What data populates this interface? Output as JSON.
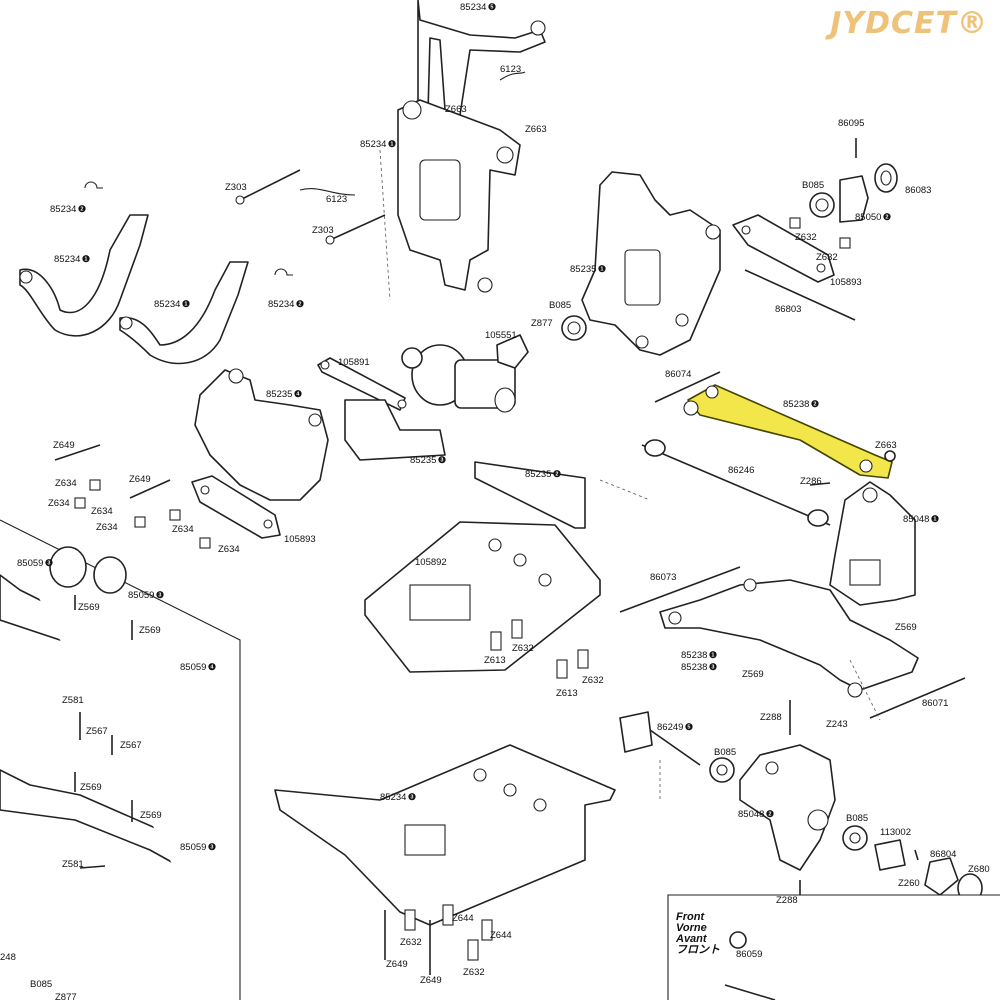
{
  "watermark": "JYDCET®",
  "front_legend": [
    "Front",
    "Vorne",
    "Avant",
    "フロント"
  ],
  "labels": [
    {
      "text": "85234",
      "n": "5"
    },
    {
      "text": "6123",
      "n": ""
    },
    {
      "text": "Z663",
      "n": ""
    },
    {
      "text": "Z663",
      "n": ""
    },
    {
      "text": "85234",
      "n": "1"
    },
    {
      "text": "86095",
      "n": ""
    },
    {
      "text": "B085",
      "n": ""
    },
    {
      "text": "86083",
      "n": ""
    },
    {
      "text": "Z303",
      "n": ""
    },
    {
      "text": "6123",
      "n": ""
    },
    {
      "text": "85234",
      "n": "2"
    },
    {
      "text": "Z303",
      "n": ""
    },
    {
      "text": "85050",
      "n": "2"
    },
    {
      "text": "Z632",
      "n": ""
    },
    {
      "text": "Z632",
      "n": ""
    },
    {
      "text": "85234",
      "n": "1"
    },
    {
      "text": "85235",
      "n": "1"
    },
    {
      "text": "105893",
      "n": ""
    },
    {
      "text": "85234",
      "n": "1"
    },
    {
      "text": "85234",
      "n": "2"
    },
    {
      "text": "B085",
      "n": ""
    },
    {
      "text": "Z877",
      "n": ""
    },
    {
      "text": "86803",
      "n": ""
    },
    {
      "text": "105551",
      "n": ""
    },
    {
      "text": "105891",
      "n": ""
    },
    {
      "text": "86074",
      "n": ""
    },
    {
      "text": "85238",
      "n": "2"
    },
    {
      "text": "85235",
      "n": "4"
    },
    {
      "text": "Z663",
      "n": ""
    },
    {
      "text": "Z649",
      "n": ""
    },
    {
      "text": "86246",
      "n": ""
    },
    {
      "text": "85235",
      "n": "3"
    },
    {
      "text": "Z634",
      "n": ""
    },
    {
      "text": "Z649",
      "n": ""
    },
    {
      "text": "85235",
      "n": "2"
    },
    {
      "text": "Z286",
      "n": ""
    },
    {
      "text": "Z634",
      "n": ""
    },
    {
      "text": "Z634",
      "n": ""
    },
    {
      "text": "85048",
      "n": "1"
    },
    {
      "text": "Z634",
      "n": ""
    },
    {
      "text": "Z634",
      "n": ""
    },
    {
      "text": "105893",
      "n": ""
    },
    {
      "text": "Z634",
      "n": ""
    },
    {
      "text": "105892",
      "n": ""
    },
    {
      "text": "85059",
      "n": "3"
    },
    {
      "text": "86073",
      "n": ""
    },
    {
      "text": "85059",
      "n": "3"
    },
    {
      "text": "Z569",
      "n": ""
    },
    {
      "text": "Z569",
      "n": ""
    },
    {
      "text": "Z569",
      "n": ""
    },
    {
      "text": "85059",
      "n": "4"
    },
    {
      "text": "Z613",
      "n": ""
    },
    {
      "text": "Z632",
      "n": ""
    },
    {
      "text": "85238",
      "n": "1"
    },
    {
      "text": "85238",
      "n": "3"
    },
    {
      "text": "Z569",
      "n": ""
    },
    {
      "text": "Z613",
      "n": ""
    },
    {
      "text": "Z632",
      "n": ""
    },
    {
      "text": "86071",
      "n": ""
    },
    {
      "text": "Z581",
      "n": ""
    },
    {
      "text": "Z288",
      "n": ""
    },
    {
      "text": "Z243",
      "n": ""
    },
    {
      "text": "Z567",
      "n": ""
    },
    {
      "text": "Z567",
      "n": ""
    },
    {
      "text": "86249",
      "n": "5"
    },
    {
      "text": "B085",
      "n": ""
    },
    {
      "text": "Z569",
      "n": ""
    },
    {
      "text": "85234",
      "n": "3"
    },
    {
      "text": "Z569",
      "n": ""
    },
    {
      "text": "85048",
      "n": "2"
    },
    {
      "text": "B085",
      "n": ""
    },
    {
      "text": "113002",
      "n": ""
    },
    {
      "text": "85059",
      "n": "3"
    },
    {
      "text": "86804",
      "n": ""
    },
    {
      "text": "Z581",
      "n": ""
    },
    {
      "text": "Z680",
      "n": ""
    },
    {
      "text": "Z260",
      "n": ""
    },
    {
      "text": "Z288",
      "n": ""
    },
    {
      "text": "Z644",
      "n": ""
    },
    {
      "text": "Z632",
      "n": ""
    },
    {
      "text": "Z644",
      "n": ""
    },
    {
      "text": "Z649",
      "n": ""
    },
    {
      "text": "Z649",
      "n": ""
    },
    {
      "text": "Z632",
      "n": ""
    },
    {
      "text": "86059",
      "n": ""
    },
    {
      "text": "248",
      "n": ""
    },
    {
      "text": "B085",
      "n": ""
    },
    {
      "text": "Z877",
      "n": ""
    }
  ]
}
